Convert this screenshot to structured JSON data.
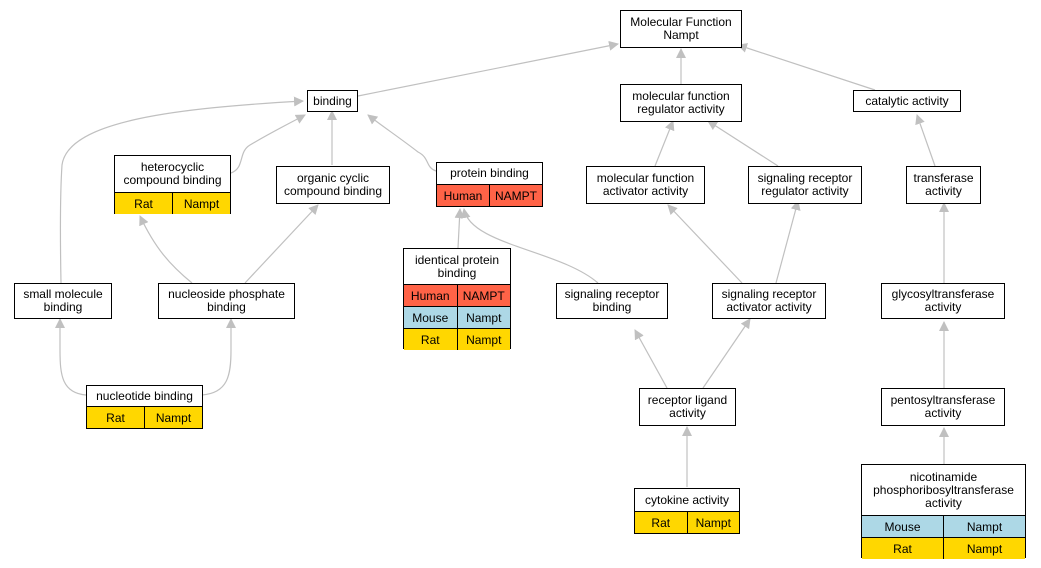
{
  "nodes": {
    "mf_root": {
      "label": "Molecular Function\nNampt"
    },
    "binding": {
      "label": "binding"
    },
    "mf_regulator": {
      "label": "molecular function\nregulator activity"
    },
    "catalytic": {
      "label": "catalytic activity"
    },
    "heterocyclic": {
      "label": "heterocyclic\ncompound binding",
      "rows": [
        [
          "Rat",
          "Nampt"
        ]
      ]
    },
    "organic_cyclic": {
      "label": "organic cyclic\ncompound binding"
    },
    "protein_binding": {
      "label": "protein binding",
      "rows": [
        [
          "Human",
          "NAMPT"
        ]
      ]
    },
    "mf_activator": {
      "label": "molecular function\nactivator activity"
    },
    "sig_regulator": {
      "label": "signaling receptor\nregulator activity"
    },
    "transferase": {
      "label": "transferase\nactivity"
    },
    "identical_protein": {
      "label": "identical protein\nbinding",
      "rows": [
        [
          "Human",
          "NAMPT"
        ],
        [
          "Mouse",
          "Nampt"
        ],
        [
          "Rat",
          "Nampt"
        ]
      ]
    },
    "small_molecule": {
      "label": "small molecule\nbinding"
    },
    "nucleoside_phosphate": {
      "label": "nucleoside phosphate\nbinding"
    },
    "sig_receptor_binding": {
      "label": "signaling receptor\nbinding"
    },
    "sig_activator": {
      "label": "signaling receptor\nactivator activity"
    },
    "glycosyltransferase": {
      "label": "glycosyltransferase\nactivity"
    },
    "nucleotide_binding": {
      "label": "nucleotide binding",
      "rows": [
        [
          "Rat",
          "Nampt"
        ]
      ]
    },
    "receptor_ligand": {
      "label": "receptor ligand\nactivity"
    },
    "pentosyltransferase": {
      "label": "pentosyltransferase\nactivity"
    },
    "cytokine": {
      "label": "cytokine activity",
      "rows": [
        [
          "Rat",
          "Nampt"
        ]
      ]
    },
    "nampt_activity": {
      "label": "nicotinamide\nphosphoribosyltransferase\nactivity",
      "rows": [
        [
          "Mouse",
          "Nampt"
        ],
        [
          "Rat",
          "Nampt"
        ]
      ]
    }
  },
  "species_colors": {
    "Human": "#ff6347",
    "Mouse": "#add8e6",
    "Rat": "#ffd700"
  },
  "edge_color": "#c0c0c0"
}
